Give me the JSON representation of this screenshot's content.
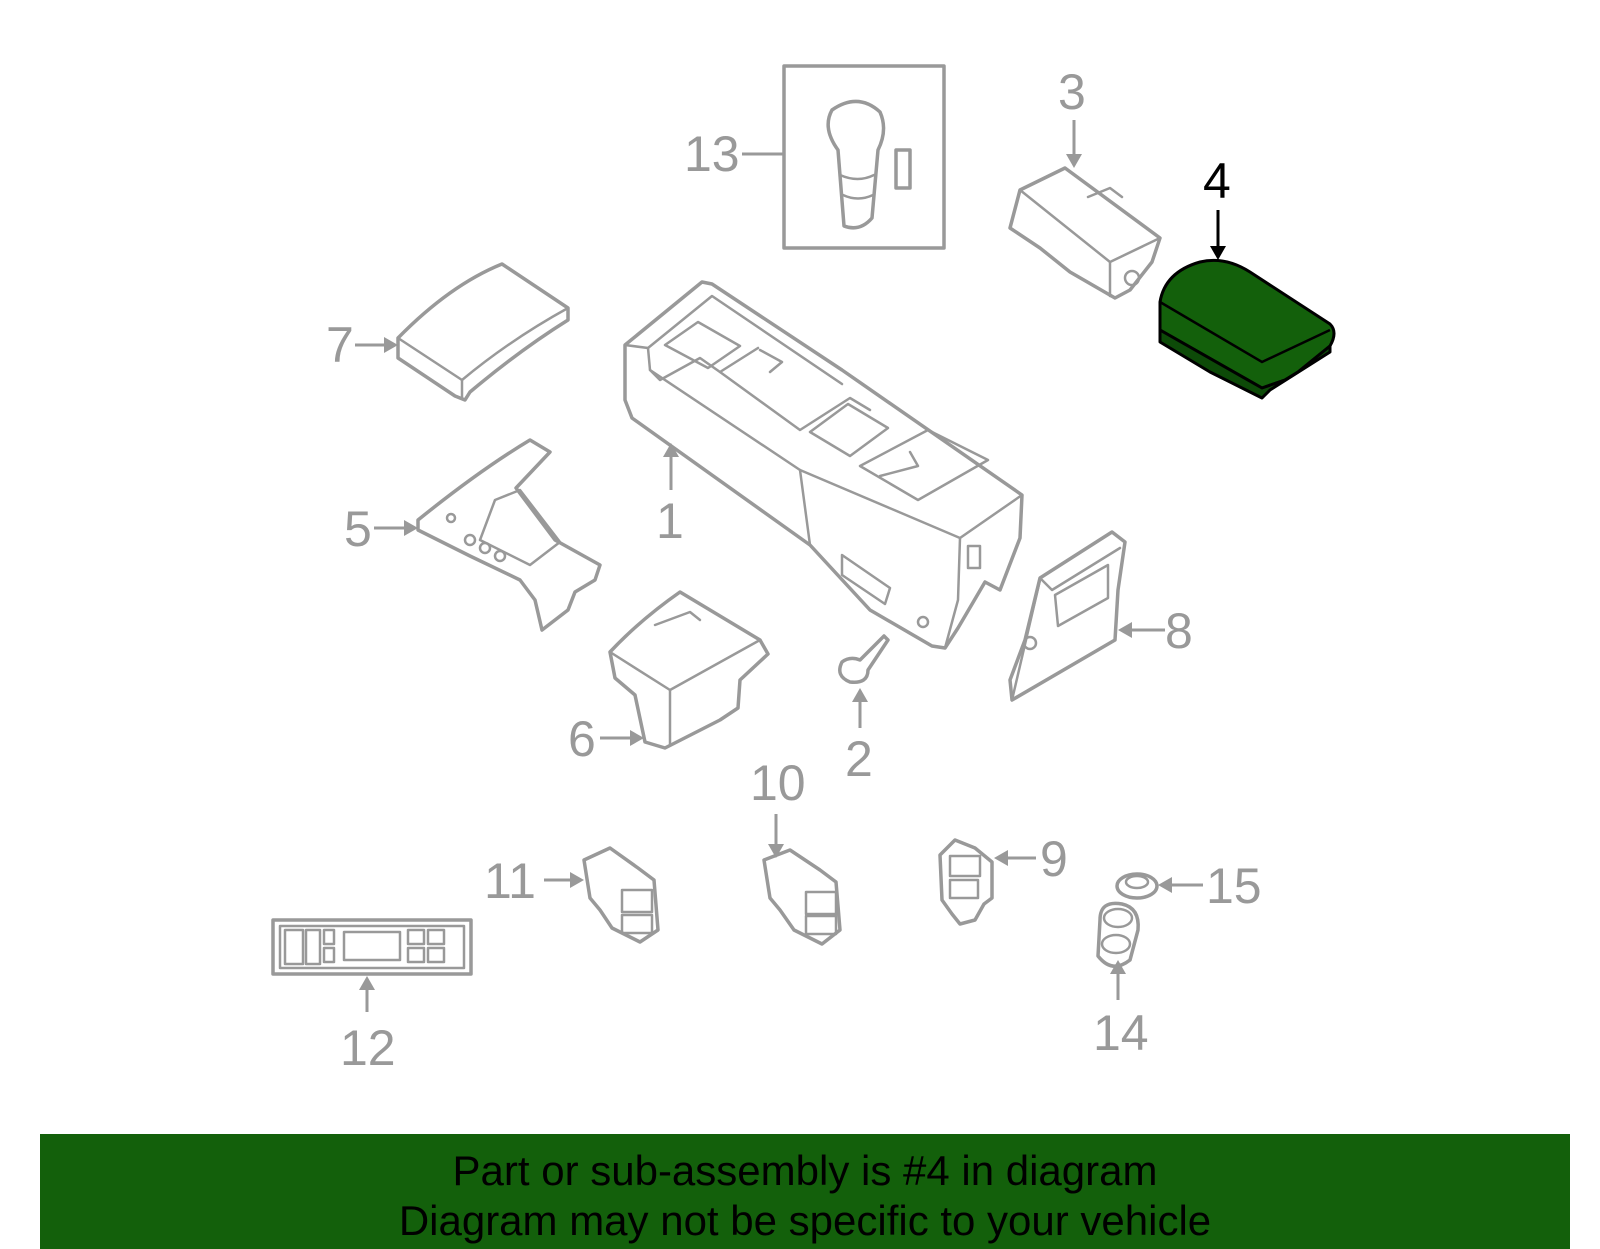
{
  "highlight_color": "#13600b",
  "callout_color": "#999999",
  "highlighted_part": "4",
  "callouts": {
    "c1": "1",
    "c2": "2",
    "c3": "3",
    "c4": "4",
    "c5": "5",
    "c6": "6",
    "c7": "7",
    "c8": "8",
    "c9": "9",
    "c10": "10",
    "c11": "11",
    "c12": "12",
    "c13": "13",
    "c14": "14",
    "c15": "15"
  },
  "banner": {
    "line1": "Part or sub-assembly is #4 in diagram",
    "line2": "Diagram may not be specific to your vehicle"
  }
}
